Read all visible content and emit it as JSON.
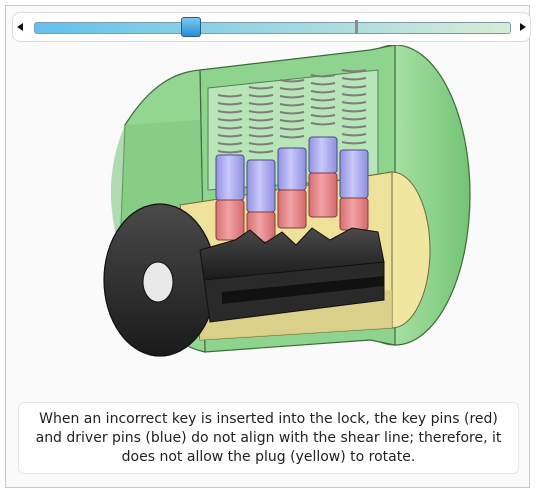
{
  "slider": {
    "value_fraction": 0.33,
    "marker_fraction": 0.675,
    "colors": {
      "track_start": "#62c1ee",
      "track_end": "#d7ecd4",
      "handle": "#3aa3e0"
    },
    "icons": {
      "left": "triangle-left-icon",
      "right": "triangle-right-icon"
    }
  },
  "illustration": {
    "colors": {
      "housing": "#8fd48e",
      "plug": "#f0e6a0",
      "key_pin": "#e58487",
      "driver_pin": "#a9a9ef",
      "spring": "#8a8a8a",
      "key": "#2b2b2b"
    }
  },
  "caption": {
    "text": "When an incorrect key is inserted into the lock, the key pins (red) and driver pins (blue) do not align with the shear line; therefore, it does not allow the plug (yellow) to rotate."
  }
}
